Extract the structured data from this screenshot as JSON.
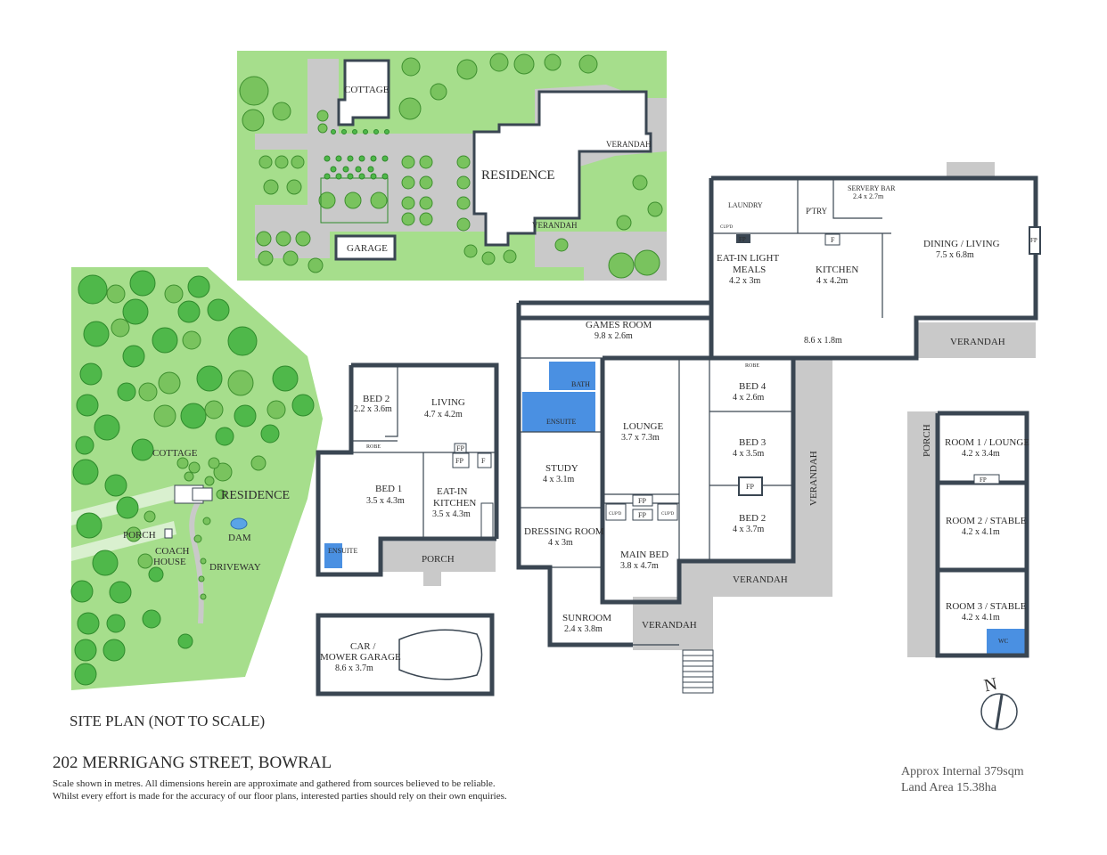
{
  "address": "202 MERRIGANG STREET, BOWRAL",
  "disclaimer_line1": "Scale shown in metres. All dimensions herein are approximate and gathered from sources believed to be  reliable.",
  "disclaimer_line2": "Whilst every effort is made for the accuracy of our floor plans, interested parties should rely on their own enquiries.",
  "area_internal": "Approx Internal 379sqm",
  "area_land": "Land Area 15.38ha",
  "site_plan_title": "SITE PLAN (NOT TO SCALE)",
  "compass": "N",
  "aerial": {
    "cottage": "COTTAGE",
    "residence": "RESIDENCE",
    "garage": "GARAGE",
    "verandah1": "VERANDAH",
    "verandah2": "VERANDAH"
  },
  "site": {
    "cottage": "COTTAGE",
    "residence": "RESIDENCE",
    "porch": "PORCH",
    "coach1": "COACH",
    "coach2": "HOUSE",
    "dam": "DAM",
    "driveway": "DRIVEWAY"
  },
  "cottage_plan": {
    "bed2": "BED 2",
    "bed2_dim": "2.2 x 3.6m",
    "living": "LIVING",
    "living_dim": "4.7 x 4.2m",
    "robe": "ROBE",
    "bed1": "BED 1",
    "bed1_dim": "3.5 x 4.3m",
    "eatin1": "EAT-IN",
    "eatin2": "KITCHEN",
    "eatin_dim": "3.5 x 4.3m",
    "fp1": "FP",
    "fp2": "FP",
    "f": "F",
    "ensuite": "ENSUITE",
    "porch": "PORCH"
  },
  "garage_plan": {
    "l1": "CAR /",
    "l2": "MOWER GARAGE",
    "dim": "8.6 x 3.7m"
  },
  "main_plan": {
    "laundry": "LAUNDRY",
    "cupd1": "CUP'D",
    "ptry": "P'TRY",
    "servery": "SERVERY BAR",
    "servery_dim": "2.4 x 2.7m",
    "eatin1": "EAT-IN LIGHT",
    "eatin2": "MEALS",
    "eatin_dim": "4.2 x 3m",
    "fp_eatin": "FP",
    "kitchen": "KITCHEN",
    "kitchen_dim": "4 x 4.2m",
    "f": "F",
    "dining": "DINING / LIVING",
    "dining_dim": "7.5 x 6.8m",
    "fp_dining": "FP",
    "games": "GAMES ROOM",
    "games_dim": "9.8 x 2.6m",
    "hall_dim": "8.6 x 1.8m",
    "verandah_ne": "VERANDAH",
    "bath": "BATH",
    "ensuite": "ENSUITE",
    "lounge": "LOUNGE",
    "lounge_dim": "3.7 x 7.3m",
    "study": "STUDY",
    "study_dim": "4 x 3.1m",
    "robe": "ROBE",
    "bed4": "BED 4",
    "bed4_dim": "4 x 2.6m",
    "bed3": "BED 3",
    "bed3_dim": "4 x 3.5m",
    "bed2": "BED 2",
    "bed2_dim": "4 x 3.7m",
    "fp_bed": "FP",
    "verandah_e": "VERANDAH",
    "dressing": "DRESSING ROOM",
    "dressing_dim": "4 x 3m",
    "fp_a": "FP",
    "fp_b": "FP",
    "cupd_a": "CUP'D",
    "cupd_b": "CUP'D",
    "mainbed": "MAIN BED",
    "mainbed_dim": "3.8 x 4.7m",
    "verandah_s": "VERANDAH",
    "sunroom": "SUNROOM",
    "sunroom_dim": "2.4 x 3.8m",
    "verandah_sw": "VERANDAH"
  },
  "coach_plan": {
    "porch": "PORCH",
    "room1": "ROOM 1 / LOUNGE",
    "room1_dim": "4.2 x 3.4m",
    "fp": "FP",
    "room2": "ROOM 2 / STABLE",
    "room2_dim": "4.2 x 4.1m",
    "room3": "ROOM 3 / STABLE",
    "room3_dim": "4.2 x 4.1m",
    "wc": "WC"
  }
}
